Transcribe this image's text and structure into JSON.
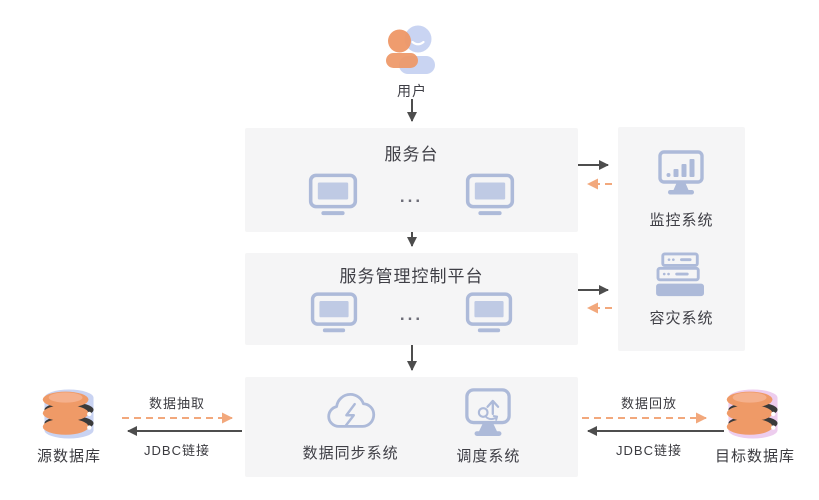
{
  "nodes": {
    "user": {
      "label": "用户"
    },
    "service_desk": {
      "title": "服务台",
      "ellipsis": "..."
    },
    "control_platform": {
      "title": "服务管理控制平台",
      "ellipsis": "..."
    },
    "data_sync": {
      "label": "数据同步系统"
    },
    "scheduler": {
      "label": "调度系统"
    },
    "monitoring": {
      "label": "监控系统"
    },
    "disaster_recovery": {
      "label": "容灾系统"
    },
    "source_db": {
      "label": "源数据库"
    },
    "target_db": {
      "label": "目标数据库"
    }
  },
  "edges": {
    "left": {
      "data_flow": "数据抽取",
      "connection": "JDBC链接"
    },
    "right": {
      "data_flow": "数据回放",
      "connection": "JDBC链接"
    }
  },
  "colors": {
    "accent_orange": "#F2A87C",
    "arrow_dark": "#4D4D4D",
    "icon_blue": "#ADBAD9",
    "box_bg": "#F5F5F6",
    "db_source_body": "#C9D3F2",
    "db_target_body": "#EDCDEE",
    "db_disk": "#EF9A67"
  }
}
